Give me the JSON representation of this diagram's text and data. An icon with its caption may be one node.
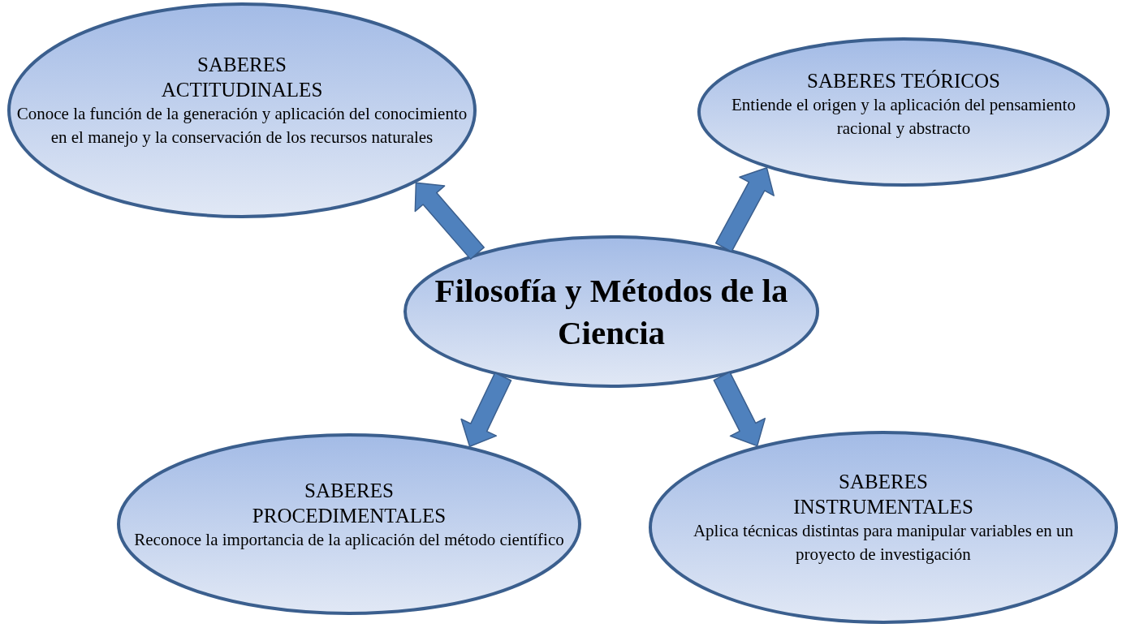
{
  "diagram": {
    "nodes": [
      {
        "text": [
          "Filosofía y Métodos de la Ciencia"
        ]
      },
      {
        "text": [
          "SABERES ACTITUDINALES",
          "Conoce la función de la generación y aplicación del conocimiento en el manejo y la conservación de los recursos naturales"
        ]
      },
      {
        "text": [
          "SABERES TEÓRICOS",
          "Entiende el origen y la aplicación del pensamiento racional y abstracto"
        ]
      },
      {
        "text": [
          "SABERES PROCEDIMENTALES",
          "Reconoce la importancia de la aplicación del método científico"
        ]
      },
      {
        "text": [
          "SABERES INSTRUMENTALES",
          "Aplica técnicas distintas para manipular variables en un proyecto de investigación"
        ]
      }
    ],
    "edges": [
      {
        "from": 0,
        "to": 1,
        "arrow": "to"
      },
      {
        "from": 0,
        "to": 2,
        "arrow": "to"
      },
      {
        "from": 0,
        "to": 3,
        "arrow": "to"
      },
      {
        "from": 0,
        "to": 4,
        "arrow": "to"
      }
    ]
  }
}
